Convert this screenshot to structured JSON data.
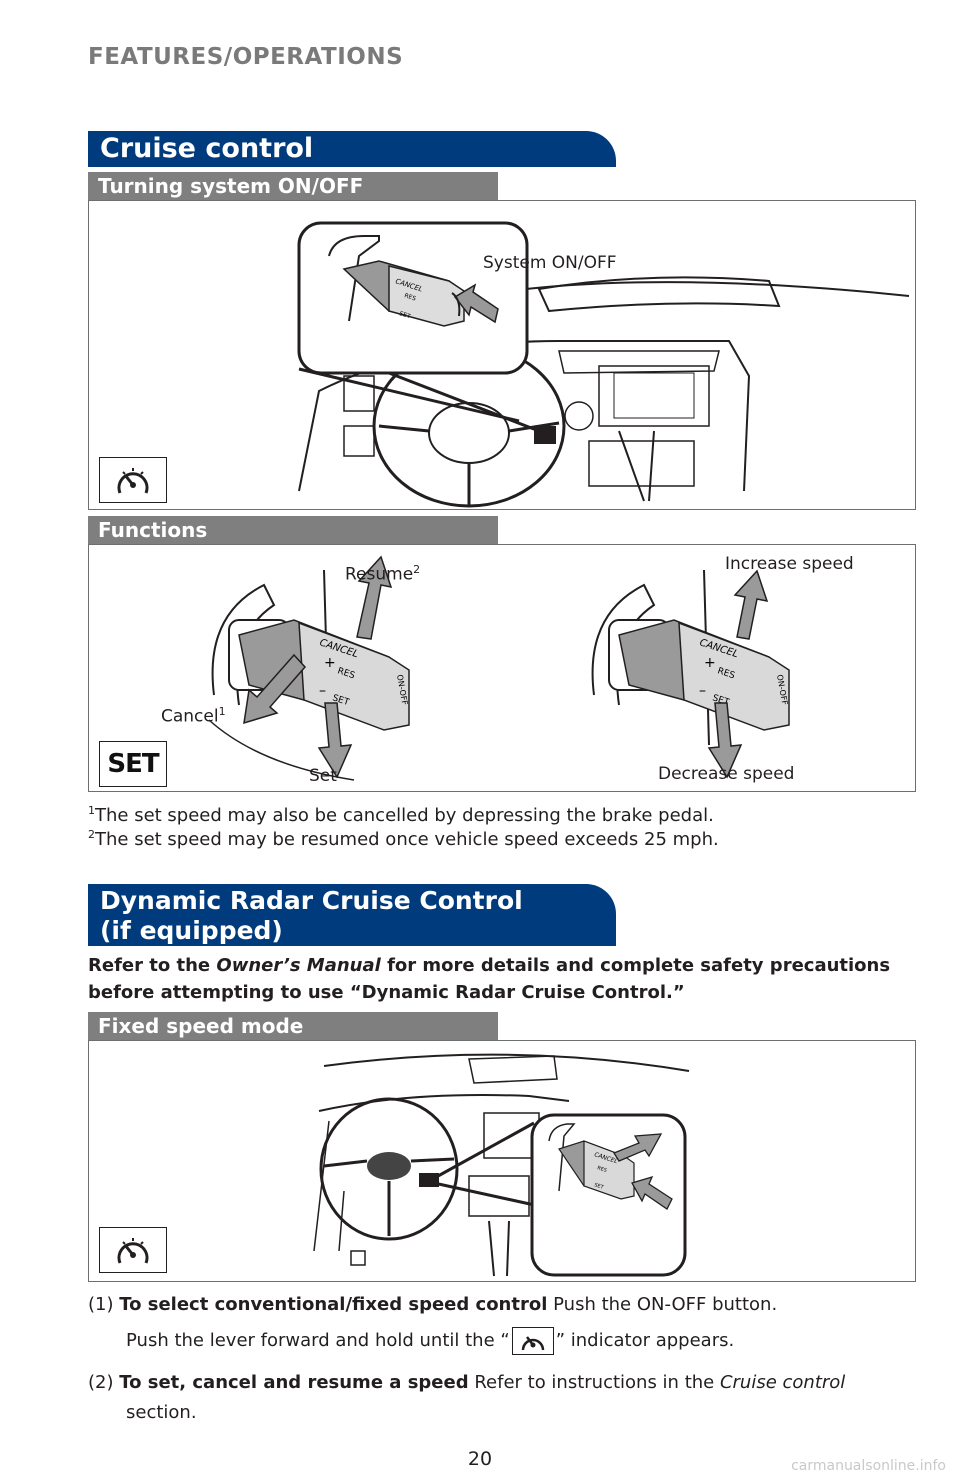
{
  "page": {
    "section": "FEATURES/OPERATIONS",
    "page_number": "20",
    "watermark": "carmanualsonline.info"
  },
  "cruise": {
    "title": "Cruise control",
    "turning": {
      "subtitle": "Turning system ON/OFF",
      "callout": "System ON/OFF",
      "icon": "cruise-control-speedometer-icon"
    },
    "functions": {
      "subtitle": "Functions",
      "icon_text": "SET",
      "left": {
        "resume": "Resume",
        "resume_sup": "2",
        "cancel": "Cancel",
        "cancel_sup": "1",
        "set": "Set"
      },
      "right": {
        "increase": "Increase speed",
        "decrease": "Decrease speed"
      },
      "lever": {
        "cancel": "CANCEL",
        "res": "RES",
        "set": "SET",
        "onoff": "ON-OFF",
        "plus": "+",
        "minus": "–"
      }
    },
    "footnotes": [
      {
        "sup": "1",
        "text": "The set speed may also be cancelled by depressing the brake pedal."
      },
      {
        "sup": "2",
        "text": "The set speed may be resumed once vehicle speed exceeds 25 mph."
      }
    ]
  },
  "radar": {
    "title_line1": "Dynamic Radar Cruise Control",
    "title_line2": "(if equipped)",
    "intro": {
      "part1": "Refer to the ",
      "manual": "Owner’s Manual",
      "part2": " for more details and complete safety precautions before attempting to use “Dynamic Radar Cruise Control.”"
    },
    "fixed": {
      "subtitle": "Fixed speed mode",
      "icon": "cruise-control-speedometer-icon"
    },
    "steps": [
      {
        "num": "(1)",
        "bold": "To select conventional/fixed speed control",
        "text": " Push the ON-OFF button.",
        "line2_a": "Push the lever forward and hold until the “",
        "line2_b": "” indicator appears."
      },
      {
        "num": "(2)",
        "bold": "To set, cancel and resume a speed",
        "text": " Refer to instructions in the ",
        "italic": "Cruise control",
        "tail": "section."
      }
    ]
  }
}
